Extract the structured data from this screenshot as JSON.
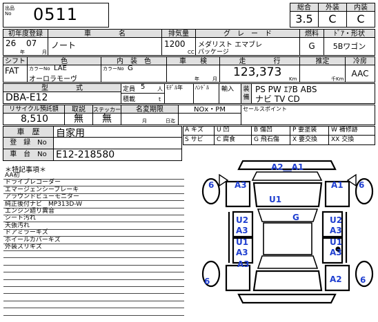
{
  "header": {
    "lot_label_top": "出品",
    "lot_label_bottom": "No",
    "lot_no": "0511",
    "score_label": "総合",
    "exterior_label": "外装",
    "interior_label": "内装",
    "score": "3.5",
    "exterior": "C",
    "interior": "C"
  },
  "row1": {
    "reg_label": "初年度登録",
    "name_label": "車　　　　名",
    "cc_label": "排気量",
    "grade_label": "グ　レ　ー　ド",
    "fuel_label": "燃料",
    "doors_label": "ﾄﾞｱ・形状",
    "year": "26",
    "month": "07",
    "year_unit": "年",
    "month_unit": "月",
    "car_name": "ノート",
    "cc": "1200",
    "cc_unit": "CC",
    "grade_line1": "メダリスト エマブレ",
    "grade_line2": "パッケージ",
    "fuel": "G",
    "doors": "5Bワゴン"
  },
  "row2": {
    "shift_label": "シフト",
    "color_label": "色",
    "interior_color_label": "内　装　色",
    "inspection_label": "車　　検",
    "mileage_label": "走　　　　行",
    "estimate_label": "推定",
    "cooling_label": "冷房",
    "shift": "FAT",
    "color_no_label": "カラーNo",
    "color_no": "LAE",
    "color_name": "オーロラモーヴ",
    "interior_color_no_label": "カラーNo",
    "interior_color_no": "G",
    "insp_year_unit": "年",
    "insp_month_unit": "月",
    "mileage": "123,373",
    "km_unit": "Km",
    "estimate_unit": "千Km",
    "cooling": "AAC"
  },
  "row3": {
    "model_label": "型　　　　式",
    "capacity_label": "定員",
    "capacity": "5",
    "capacity_unit": "人",
    "load_label": "積載",
    "load_unit": "t",
    "modelyear_label": "ﾓﾃﾞﾙ年",
    "handle_label": "ﾊﾝﾄﾞﾙ",
    "import_label": "輸入",
    "equip_label_1": "装",
    "equip_label_2": "備",
    "model": "DBA-E12",
    "equip_line1": "PS PW ｴｱB ABS",
    "equip_line2": "ナビ TV CD"
  },
  "row4": {
    "recycle_label": "リサイクル預託額",
    "manual_label": "取説",
    "sticker_label": "ステッカー",
    "deadline_label": "名変期限",
    "nox_label": "NOx・PM",
    "sales_label": "セールスポイント",
    "recycle": "8,510",
    "manual": "無",
    "sticker": "無",
    "deadline_month_unit": "月",
    "deadline_day_unit": "日迄"
  },
  "history": {
    "label": "車　歴",
    "value": "自家用",
    "reg_no_label": "登　録　No",
    "chassis_label": "車　台　No",
    "chassis": "E12-218580"
  },
  "legend": [
    "A キズ",
    "U 凹",
    "B 傷凹",
    "P 要塗装",
    "W 補修跡",
    "S サビ",
    "C 腐食",
    "G 飛石傷",
    "X 要交換",
    "XX 交換"
  ],
  "notes_title": "＊特記事項＊",
  "notes": [
    "AA初",
    "ドライブレコーダー",
    "エマージェンシーブレーキ",
    "アラウンドビューモニター",
    "純正後付ナビ　MP313D-W",
    "エンジン廻り異音",
    "シート汚れ",
    "天張汚れ",
    "ドアミラーキズ",
    "ホイールカバーキズ",
    "外装スリキズ"
  ],
  "damage_marks": {
    "front_bumper": "A2＿A1",
    "front_left_fender": "A3",
    "front_right_fender": "A1",
    "hood": "U1",
    "roof": "G",
    "front_left_door": "U2",
    "front_left_door_b": "A3",
    "rear_left_door": "U1",
    "rear_left_door_b": "A3",
    "front_right_door": "U2",
    "front_right_door_b": "A3",
    "rear_right_door": "U1",
    "rear_right_door_b": "A3",
    "rear_left_quarter": "A3",
    "rear_right_bumper": "A2",
    "wheel_fl": "6",
    "wheel_fr": "6",
    "wheel_rl": "6",
    "wheel_rr": "6"
  }
}
